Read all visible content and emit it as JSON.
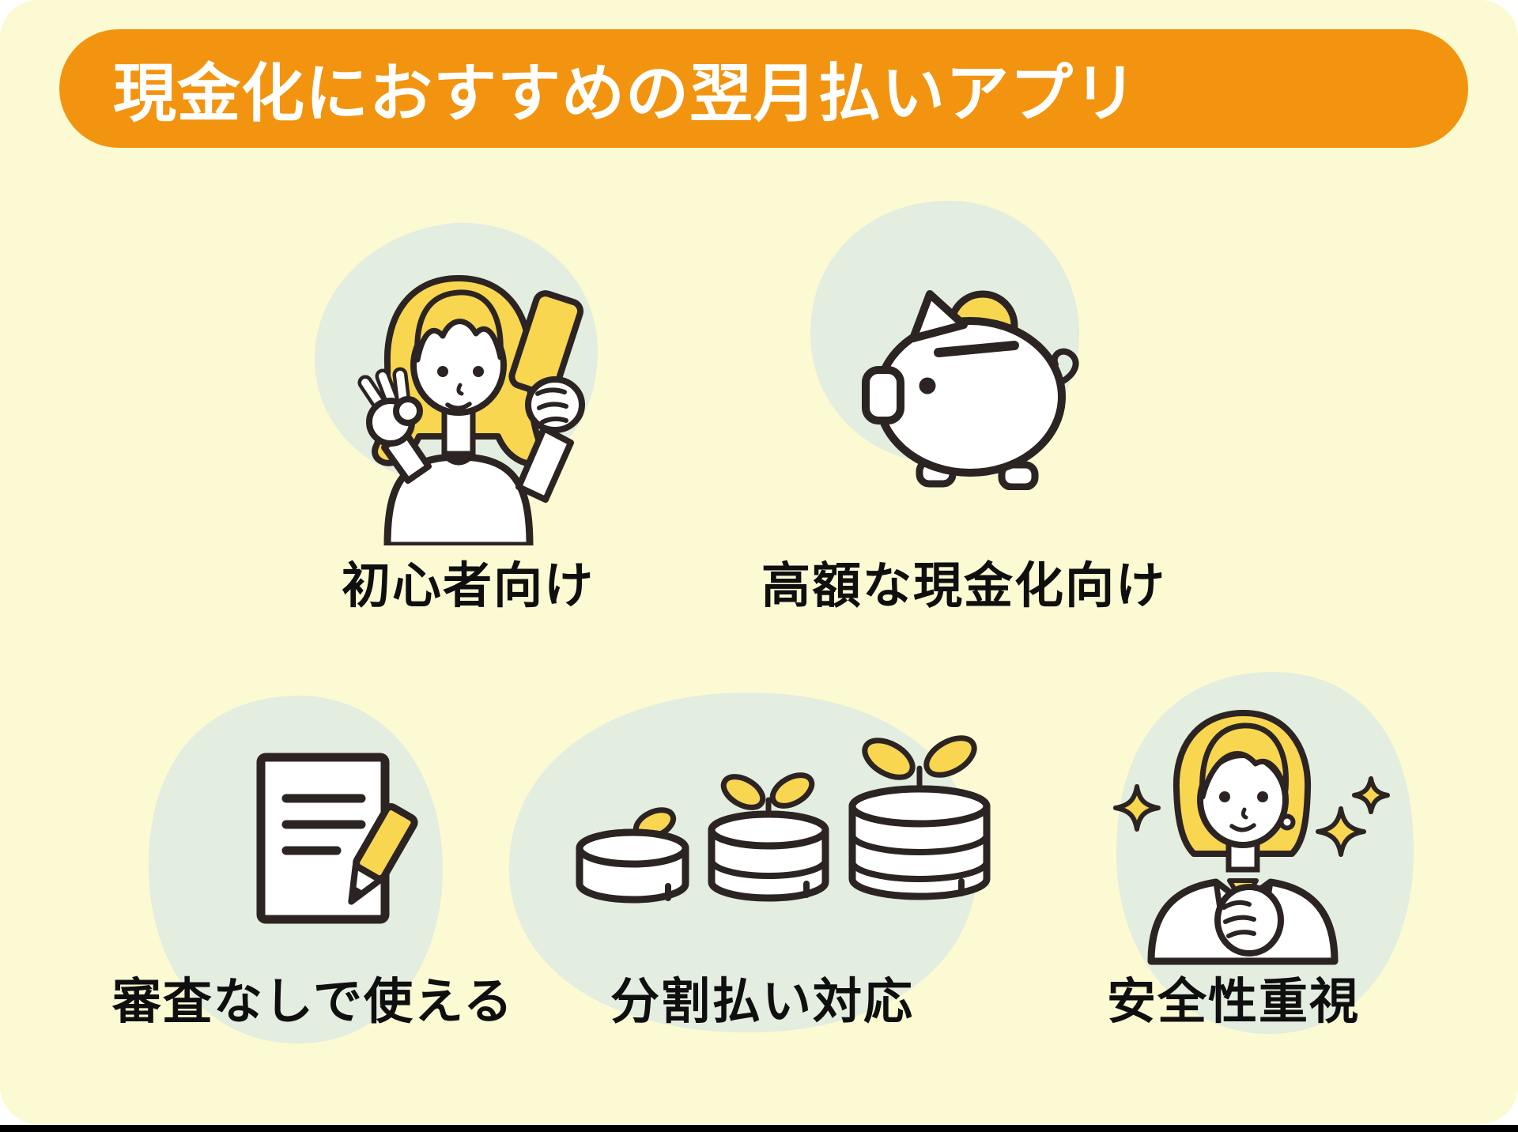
{
  "header": {
    "title": "現金化におすすめの翌月払いアプリ"
  },
  "items": [
    {
      "label": "初心者向け",
      "icon": "ok-sign-woman-illustration"
    },
    {
      "label": "高額な現金化向け",
      "icon": "piggy-bank-coin-illustration"
    },
    {
      "label": "審査なしで使える",
      "icon": "document-pencil-illustration"
    },
    {
      "label": "分割払い対応",
      "icon": "growing-coin-stacks-illustration"
    },
    {
      "label": "安全性重視",
      "icon": "sparkle-woman-illustration"
    }
  ],
  "colors": {
    "background": "#FCFAD2",
    "banner_orange": "#F2940F",
    "blob_green": "#E3EDE0",
    "accent_yellow": "#F8D64F",
    "outline_dark": "#2B2422",
    "title_text": "#FFFFFF",
    "label_text": "#0F0F0F",
    "bottom_bar": "#000000"
  }
}
